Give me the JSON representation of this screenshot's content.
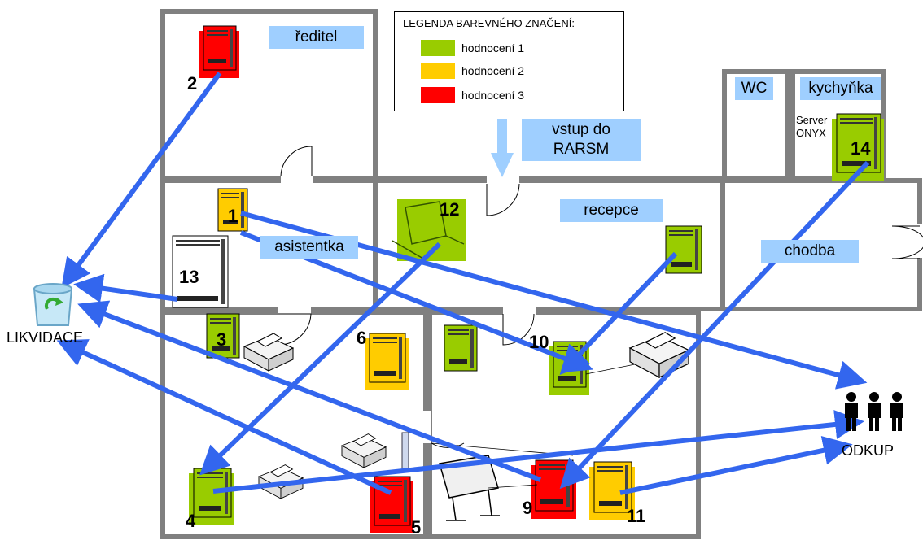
{
  "legend": {
    "title": "LEGENDA BAREVNÉHO ZNAČENÍ:",
    "items": [
      {
        "label": "hodnocení 1",
        "color": "#99cc00"
      },
      {
        "label": "hodnocení 2",
        "color": "#ffcc00"
      },
      {
        "label": "hodnocení 3",
        "color": "#ff0000"
      }
    ]
  },
  "rooms": {
    "reditel": "ředitel",
    "wc": "WC",
    "kuchynka": "kychyňka",
    "vstup_line1": "vstup do",
    "vstup_line2": "RARSM",
    "recepce": "recepce",
    "asistentka": "asistentka",
    "chodba": "chodba"
  },
  "server_label_line1": "Server",
  "server_label_line2": "ONYX",
  "destinations": {
    "likvidace": "LIKVIDACE",
    "odkup": "ODKUP"
  },
  "numbers": [
    "1",
    "2",
    "3",
    "4",
    "5",
    "6",
    "9",
    "10",
    "11",
    "12",
    "13",
    "14"
  ],
  "colors": {
    "arrow": "#3366ee",
    "arrow_stroke": "#1a3399",
    "wall": "#808080",
    "label_bg": "#9fcfff",
    "rating1": "#99cc00",
    "rating2": "#ffcc00",
    "rating3": "#ff0000"
  }
}
